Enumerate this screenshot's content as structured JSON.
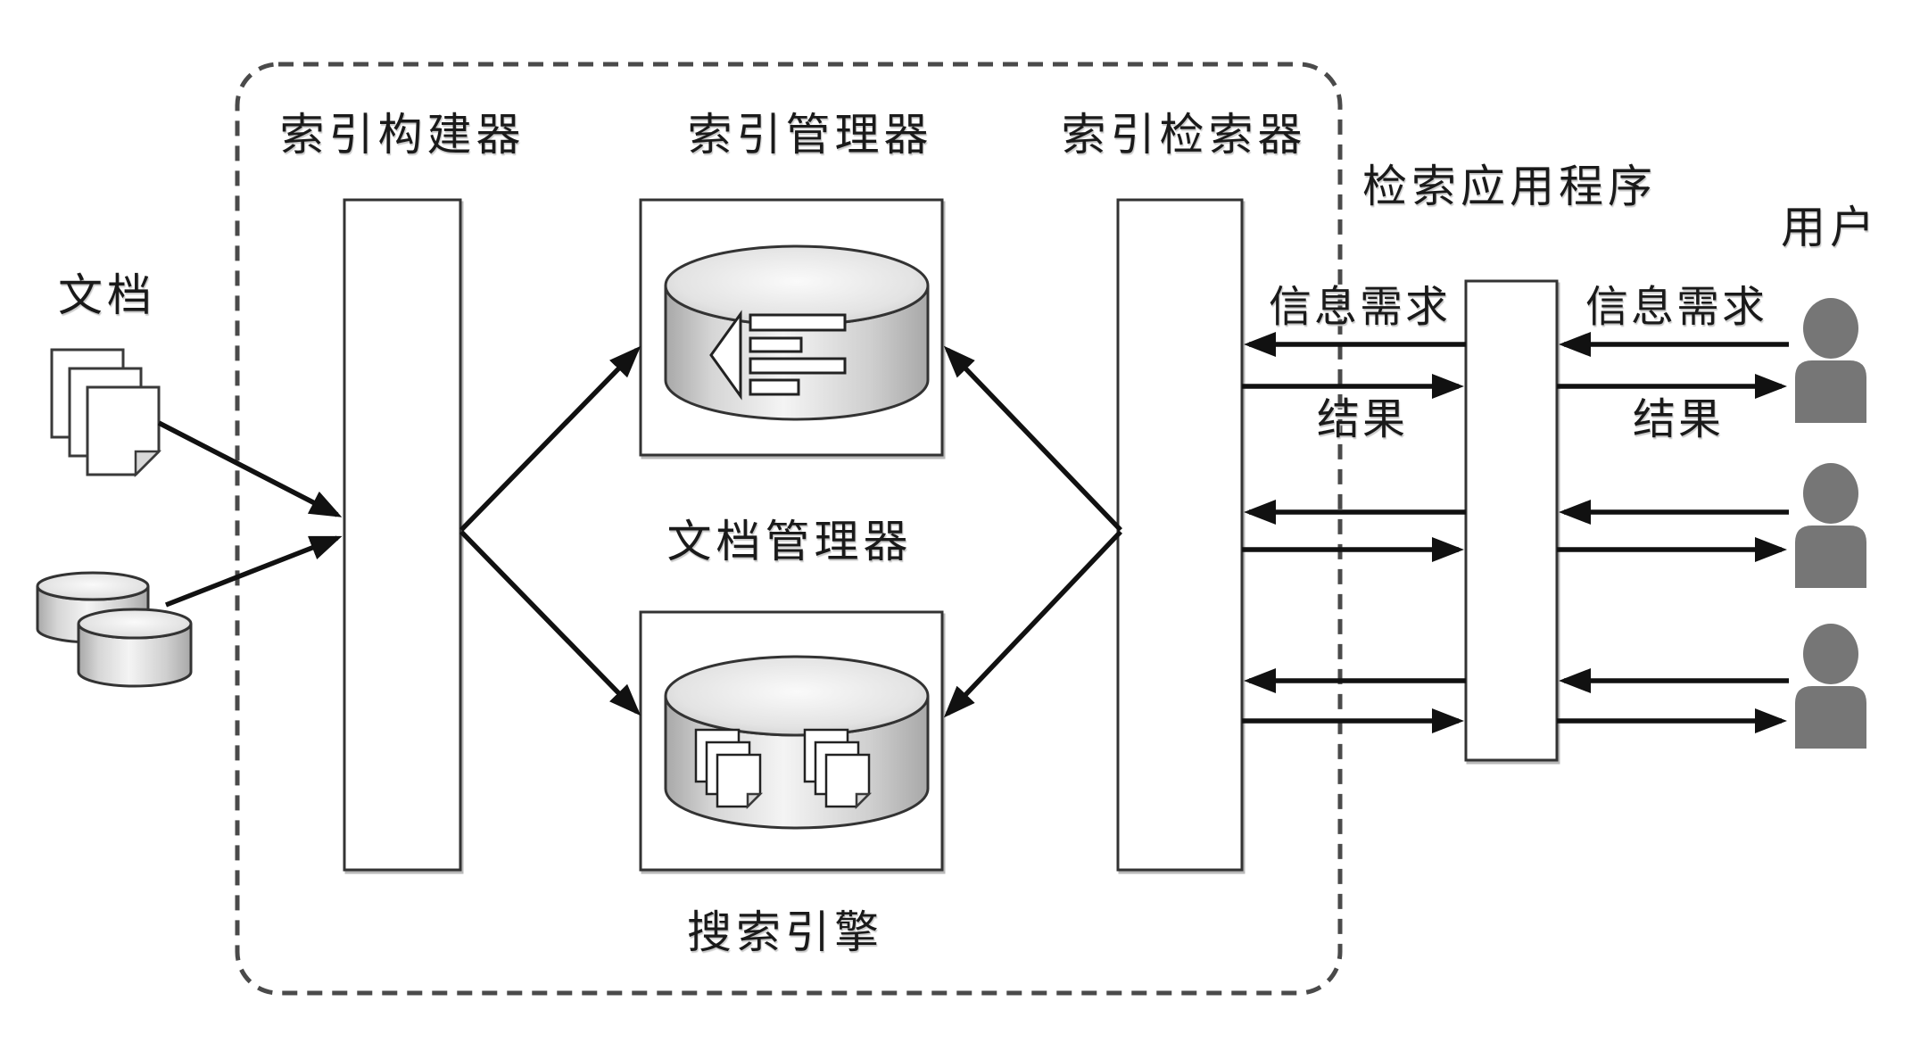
{
  "figure": {
    "type": "search-engine-architecture-diagram",
    "boundary_label": "搜索引擎"
  },
  "labels": {
    "documents": "文档",
    "index_builder": "索引构建器",
    "index_manager": "索引管理器",
    "index_retriever": "索引检索器",
    "document_manager": "文档管理器",
    "search_engine": "搜索引擎",
    "retrieval_app": "检索应用程序",
    "users": "用户"
  },
  "flows": {
    "information_need": "信息需求",
    "results": "结果"
  },
  "icons": {
    "left_documents": "documents-stack-icon",
    "left_databases": "database-cylinders-icon",
    "index_store": "index-database-icon",
    "document_store": "document-database-icon",
    "user": "user-person-icon"
  },
  "colors": {
    "background": "#ffffff",
    "line": "#111111",
    "box_border": "#333333",
    "dashed_border": "#4a4a4a",
    "text": "#1a1a1a",
    "person": "#767676",
    "cylinder_light": "#f4f4f4",
    "cylinder_dark": "#a8a8a8"
  }
}
